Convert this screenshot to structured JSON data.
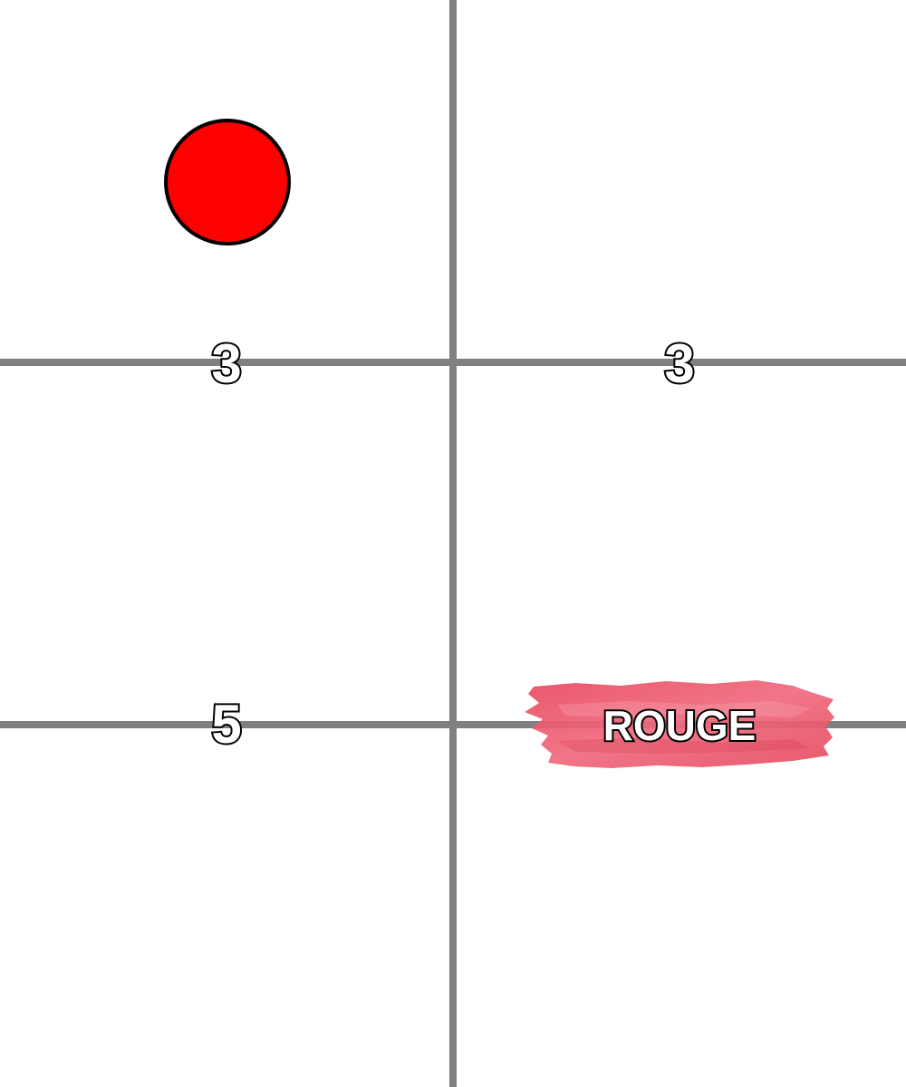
{
  "grid": {
    "line_color": "#808080",
    "background_color": "#ffffff"
  },
  "cells": {
    "top_left_marker": {
      "shape": "circle",
      "fill_color": "#ff0000",
      "stroke_color": "#000000"
    },
    "top_left_value": "3",
    "top_right_value": "3",
    "bottom_left_value": "5",
    "bottom_right_label": "ROUGE",
    "bottom_right_brush_color": "#ee5a6f"
  }
}
